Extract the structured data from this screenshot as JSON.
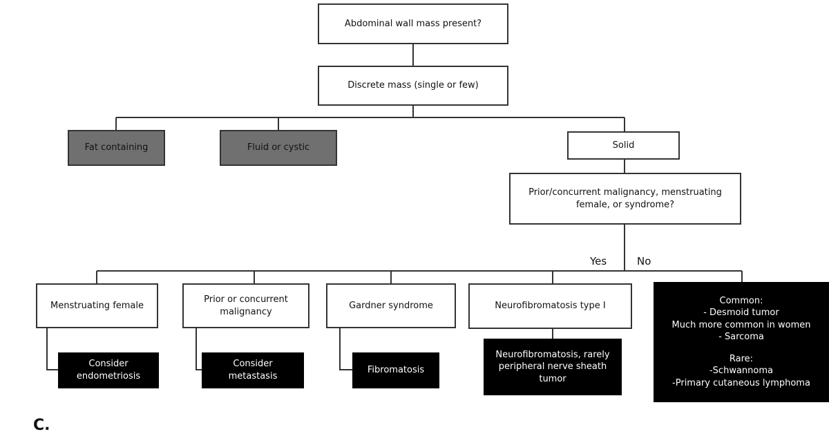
{
  "nodes": {
    "root": "Abdominal wall mass present?",
    "discrete": "Discrete mass (single or few)",
    "fat": "Fat containing",
    "fluid": "Fluid or cystic",
    "solid": "Solid",
    "question": "Prior/concurrent malignancy, menstruating female, or syndrome?",
    "menstruating": "Menstruating female",
    "malignancy": "Prior or concurrent malignancy",
    "gardner": "Gardner syndrome",
    "nf1": "Neurofibromatosis type I",
    "endometriosis": "Consider endometriosis",
    "metastasis": "Consider metastasis",
    "fibromatosis": "Fibromatosis",
    "nf_result": "Neurofibromatosis, rarely peripheral nerve sheath tumor",
    "no_result": {
      "common_heading": "Common:",
      "common_1": "- Desmoid tumor",
      "common_2": "Much more common in women",
      "common_3": "- Sarcoma",
      "rare_heading": "Rare:",
      "rare_1": "-Schwannoma",
      "rare_2": "-Primary cutaneous lymphoma"
    }
  },
  "edge_labels": {
    "yes": "Yes",
    "no": "No"
  },
  "panel_label": "C.",
  "colors": {
    "line": "#333333",
    "gray_fill": "#707070",
    "dark_fill": "#000000"
  }
}
